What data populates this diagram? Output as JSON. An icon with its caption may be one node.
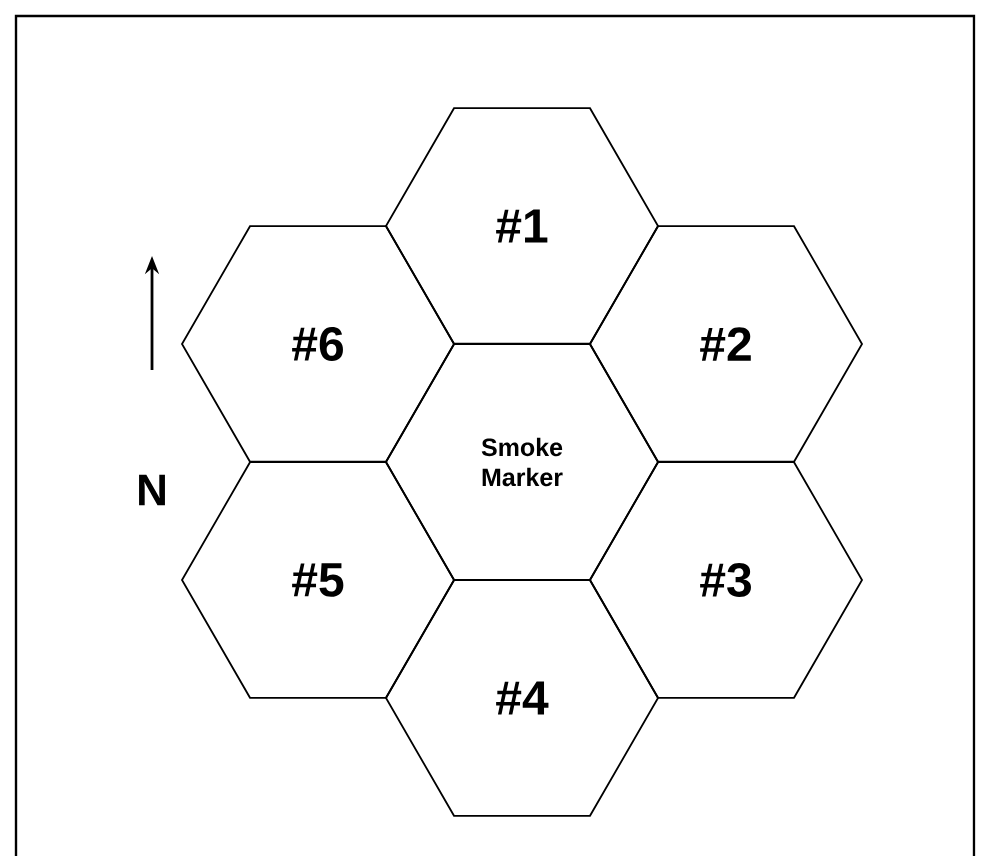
{
  "diagram": {
    "nodes": [
      {
        "text": [
          "#1"
        ]
      },
      {
        "text": [
          "#6"
        ]
      },
      {
        "text": [
          "#2"
        ]
      },
      {
        "text": [
          "Smoke Marker"
        ]
      },
      {
        "text": [
          "#5"
        ]
      },
      {
        "text": [
          "#3"
        ]
      },
      {
        "text": [
          "#4"
        ]
      }
    ],
    "labels": [
      "N"
    ]
  }
}
